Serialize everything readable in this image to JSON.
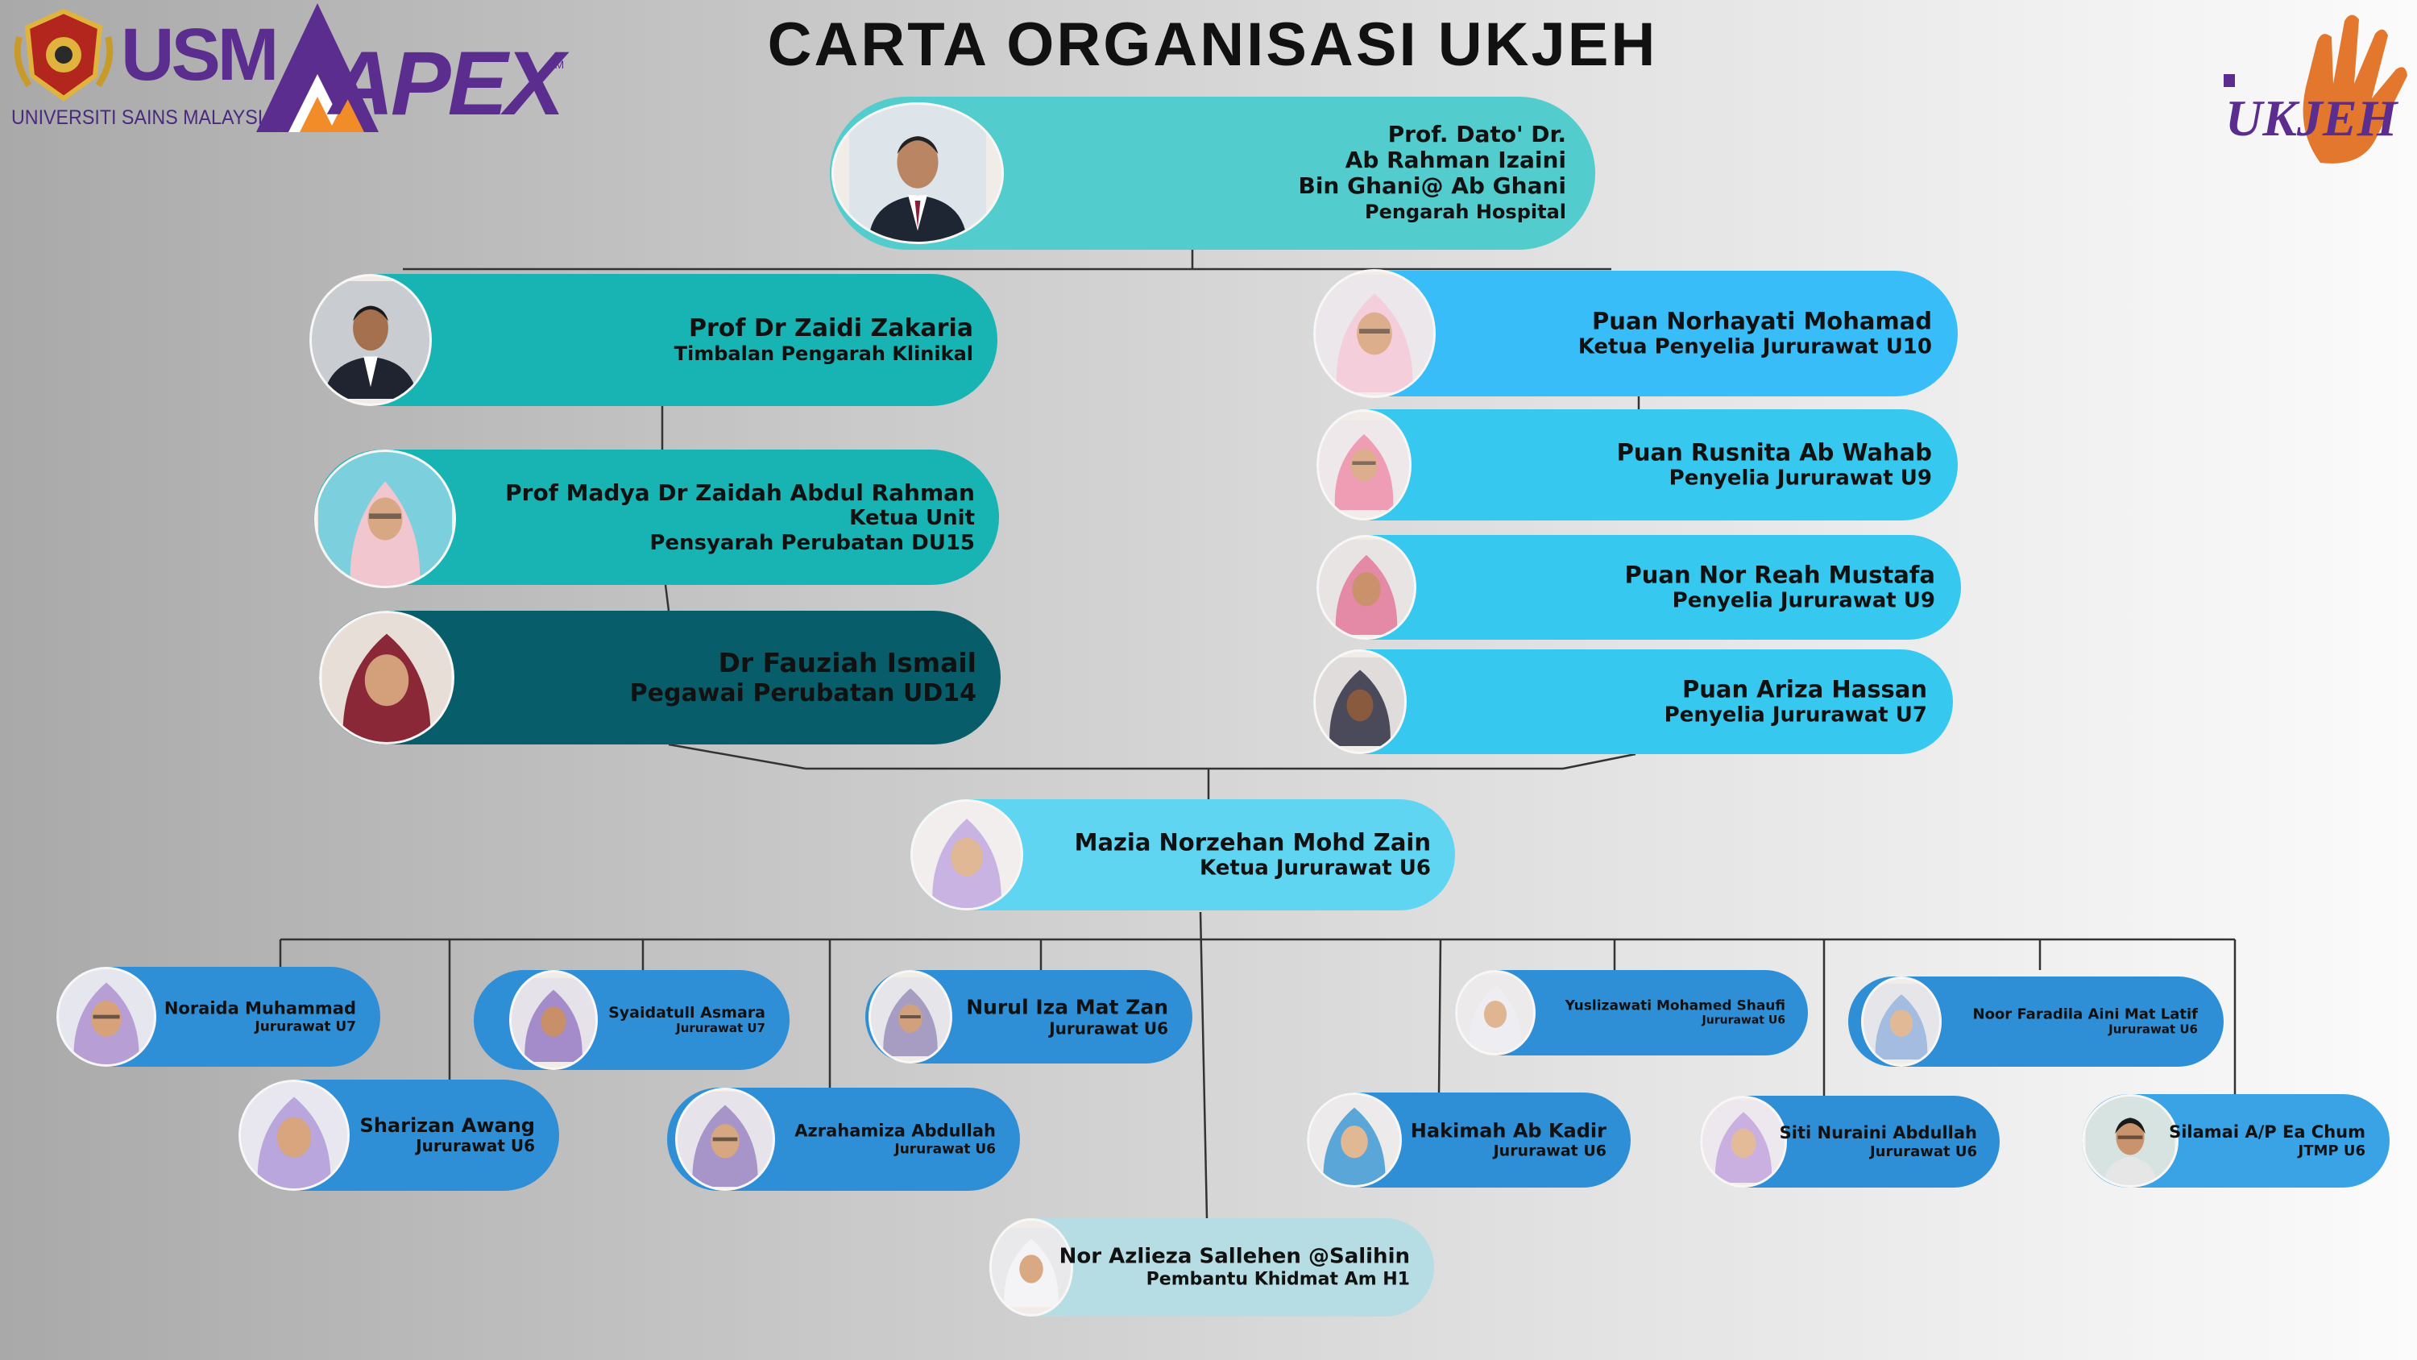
{
  "title": "CARTA ORGANISASI UKJEH",
  "logos": {
    "usm_text": "USM",
    "usm_caption": "UNIVERSITI SAINS MALAYSIA",
    "apex_text": "APEX",
    "apex_tm": "TM",
    "ukjeh_text": "UKJEH"
  },
  "colors": {
    "teal": "#52cccc",
    "teal_mid": "#18b3b3",
    "dark_teal": "#075e6a",
    "sky": "#38bdf8",
    "sky_mid": "#36c8ee",
    "light_blue": "#5fd5f1",
    "blue": "#2f8fd6",
    "pale": "#b5dde3"
  },
  "people": {
    "director": {
      "name_lines": [
        "Prof. Dato' Dr.",
        "Ab Rahman Izaini",
        "Bin Ghani@ Ab Ghani"
      ],
      "role": "Pengarah Hospital"
    },
    "deputy": {
      "name": "Prof Dr Zaidi Zakaria",
      "role": "Timbalan Pengarah Klinikal"
    },
    "head_unit": {
      "name": "Prof Madya Dr Zaidah Abdul Rahman",
      "roles": [
        "Ketua Unit",
        "Pensyarah Perubatan DU15"
      ]
    },
    "medical_officer": {
      "name": "Dr Fauziah Ismail",
      "role": "Pegawai Perubatan UD14"
    },
    "head_supervisor": {
      "name": "Puan Norhayati Mohamad",
      "role": "Ketua Penyelia Jururawat U10"
    },
    "supervisor_1": {
      "name": "Puan Rusnita Ab Wahab",
      "role": "Penyelia Jururawat U9"
    },
    "supervisor_2": {
      "name": "Puan Nor Reah Mustafa",
      "role": "Penyelia Jururawat U9"
    },
    "supervisor_3": {
      "name": "Puan Ariza Hassan",
      "role": "Penyelia Jururawat U7"
    },
    "head_nurse": {
      "name": "Mazia Norzehan Mohd Zain",
      "role": "Ketua Jururawat U6"
    },
    "staff": [
      {
        "name": "Noraida Muhammad",
        "role": "Jururawat U7"
      },
      {
        "name": "Syaidatull Asmara",
        "role": "Jururawat U7"
      },
      {
        "name": "Nurul Iza Mat Zan",
        "role": "Jururawat U6"
      },
      {
        "name": "Yuslizawati Mohamed Shaufi",
        "role": "Jururawat U6"
      },
      {
        "name": "Noor Faradila Aini Mat Latif",
        "role": "Jururawat U6"
      },
      {
        "name": "Sharizan Awang",
        "role": "Jururawat U6"
      },
      {
        "name": "Azrahamiza Abdullah",
        "role": "Jururawat U6"
      },
      {
        "name": "Hakimah Ab Kadir",
        "role": "Jururawat U6"
      },
      {
        "name": "Siti Nuraini Abdullah",
        "role": "Jururawat U6"
      },
      {
        "name": "Silamai A/P Ea Chum",
        "role": "JTMP U6"
      },
      {
        "name": "Nor Azlieza Sallehen @Salihin",
        "role": "Pembantu Khidmat Am H1"
      }
    ]
  }
}
